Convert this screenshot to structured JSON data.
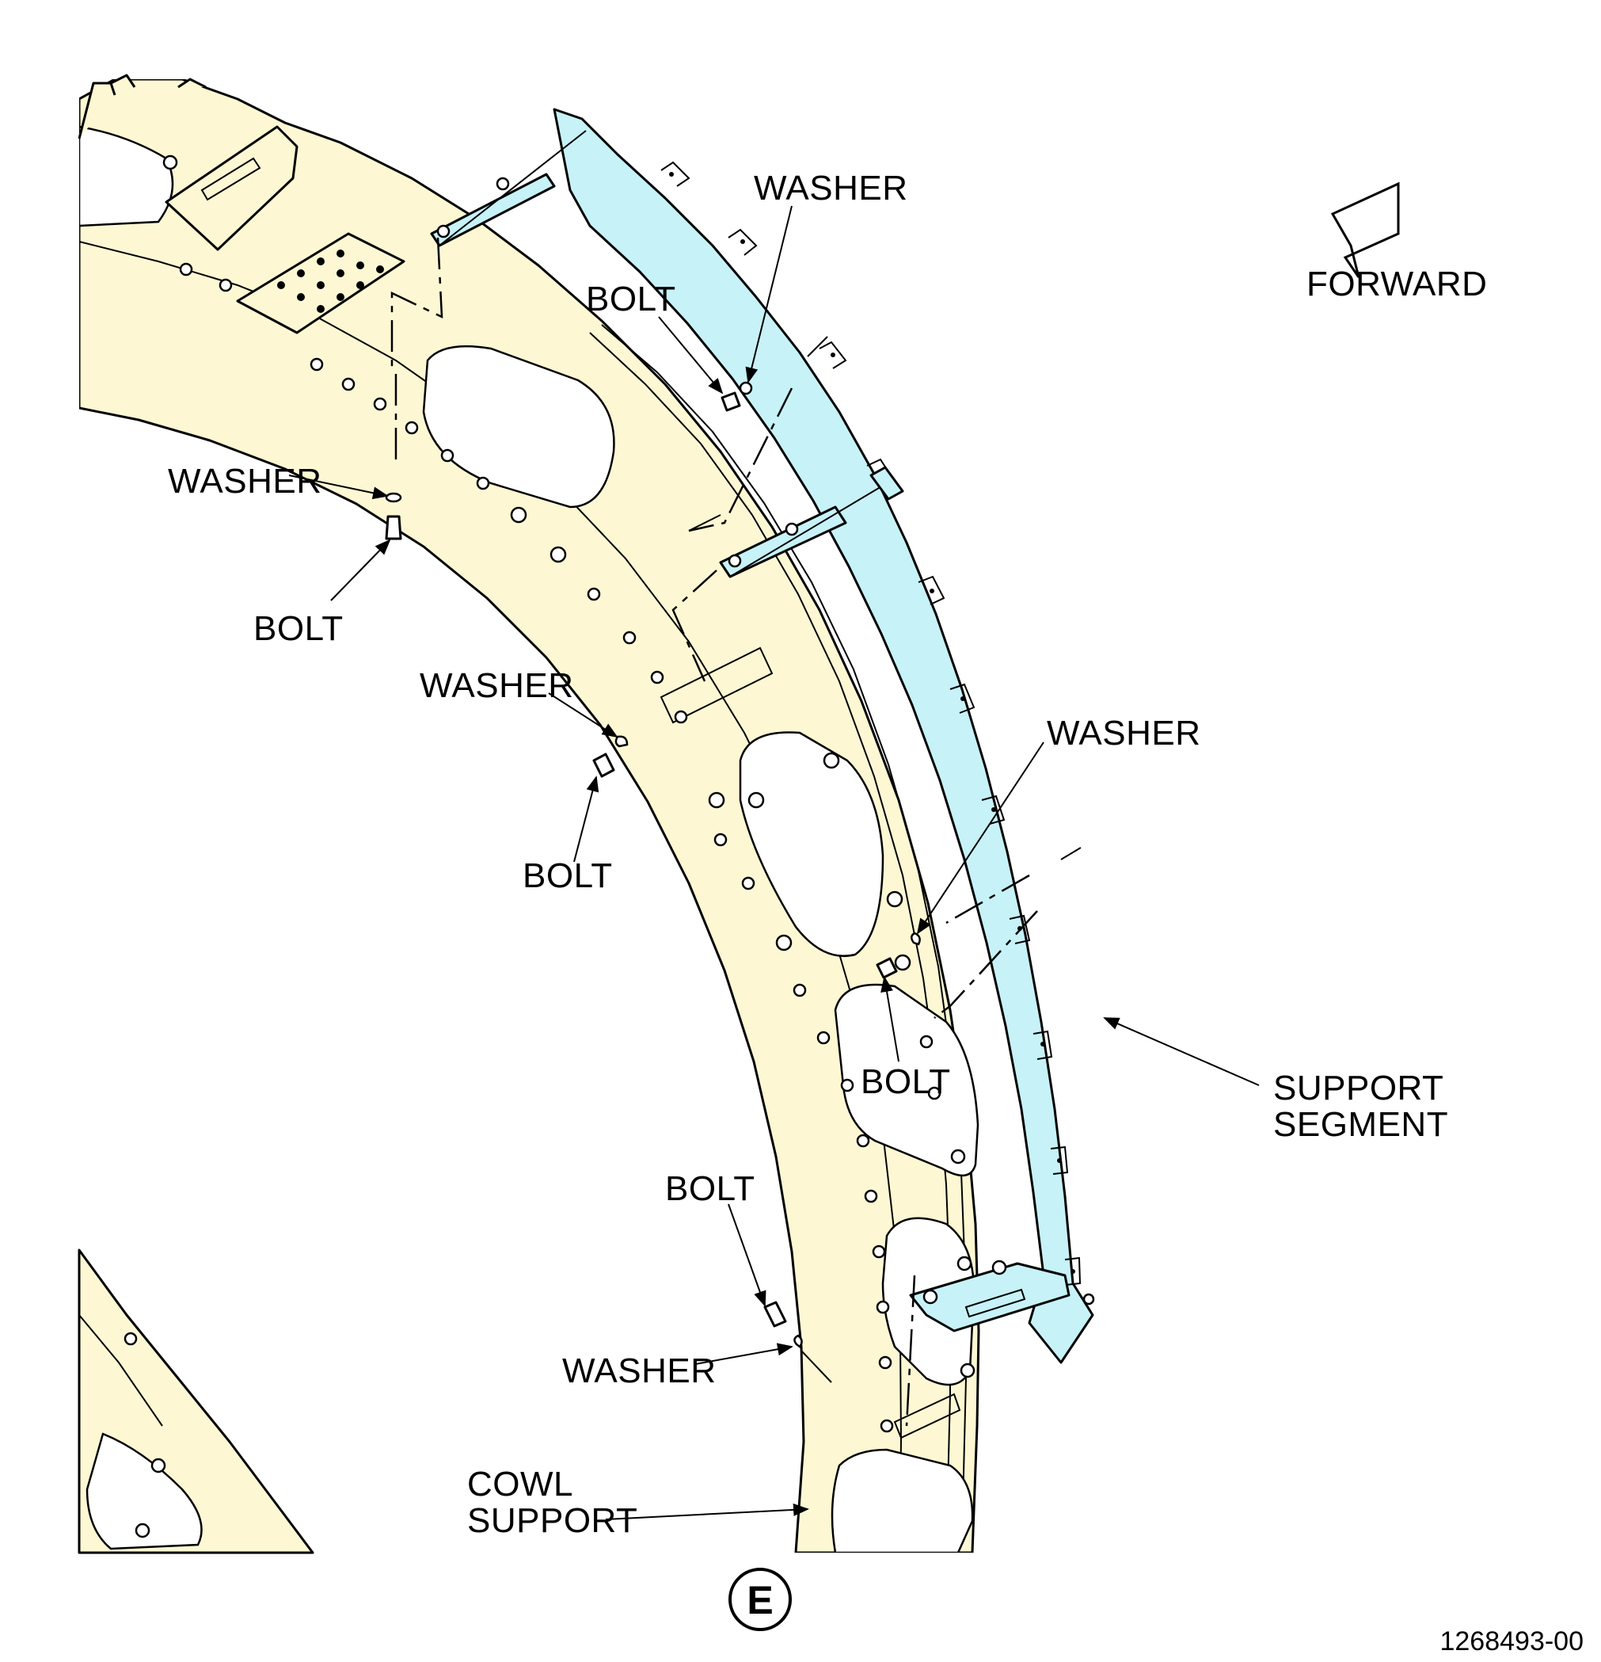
{
  "figure": {
    "view_label": "E",
    "figure_number": "1268493-00",
    "colors": {
      "cowl_support": "#fdf8d3",
      "support_segment": "#c6f2f8",
      "outline": "#000000",
      "background": "#ffffff"
    }
  },
  "labels": {
    "forward": "FORWARD",
    "washer_top": "WASHER",
    "bolt_top": "BOLT",
    "washer_left": "WASHER",
    "bolt_left": "BOLT",
    "washer_mid": "WASHER",
    "bolt_mid": "BOLT",
    "washer_right": "WASHER",
    "bolt_right": "BOLT",
    "support_segment_line1": "SUPPORT",
    "support_segment_line2": "SEGMENT",
    "bolt_bottom": "BOLT",
    "washer_bottom": "WASHER",
    "cowl_support_line1": "COWL",
    "cowl_support_line2": "SUPPORT"
  },
  "icons": {
    "forward_arrow": "arrow-forward-icon",
    "view_marker": "circled-letter-icon"
  }
}
